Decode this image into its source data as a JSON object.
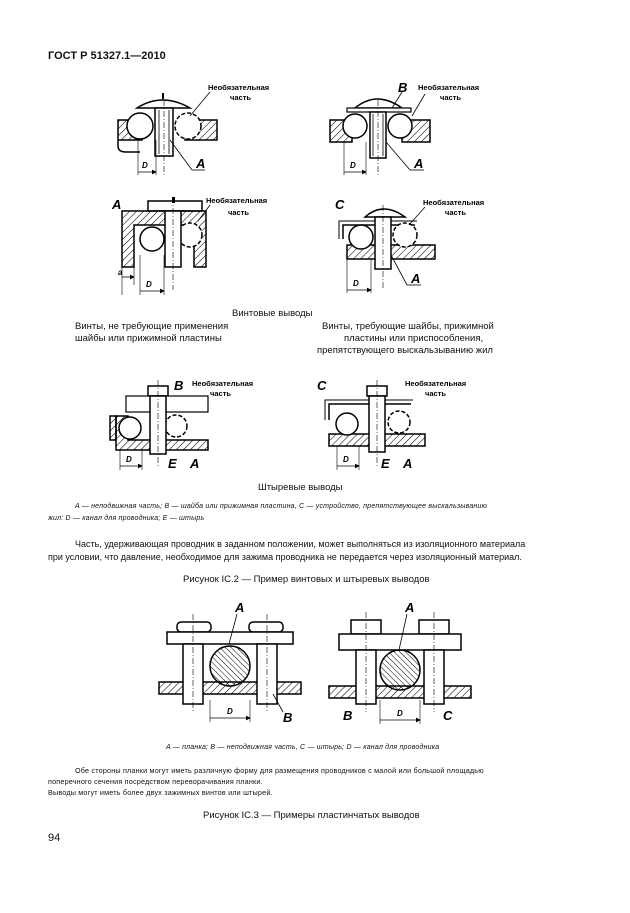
{
  "header": {
    "doc_number": "ГОСТ Р 51327.1—2010"
  },
  "labels": {
    "A": "A",
    "B": "B",
    "C": "C",
    "D": "D",
    "E": "E",
    "a": "a",
    "optional_1": "Необязательная",
    "optional_2": "часть"
  },
  "screw_section": {
    "title": "Винтовые выводы",
    "left_caption": [
      "Винты, не требующие применения",
      "шайбы или прижимной пластины"
    ],
    "right_caption": [
      "Винты, требующие шайбы, прижимной",
      "пластины или приспособления,",
      "препятствующего выскальзыванию жил"
    ]
  },
  "stud_section": {
    "title": "Штыревые выводы"
  },
  "legend_1": {
    "line1": "A — неподвижная часть; B — шайба или прижимная пластина, C — устройство, препятствующее выскальзыванию",
    "line2": "жил: D — канал для проводника; E — штырь"
  },
  "paragraph_1": {
    "line1": "Часть, удерживающая проводник в заданном положении, может выполняться из изоляционного материала",
    "line2": "при условии, что давление, необходимое для зажима проводника не передается через изоляционный материал."
  },
  "figure_ic2_caption": "Рисунок IC.2 — Пример винтовых и штыревых выводов",
  "legend_2": "A — планка; B — неподвижная часть, C — штырь; D — канал для проводника",
  "notes": {
    "line1": "Обе стороны планки могут иметь различную форму для размещения проводников с малой или большой площадью",
    "line2": "поперечного сечения посредством переворачивания планки.",
    "line3": "Выводы могут иметь более двух зажимных винтов или штырей."
  },
  "figure_ic3_caption": "Рисунок IC.3 — Примеры пластинчатых выводов",
  "page_number": "94"
}
